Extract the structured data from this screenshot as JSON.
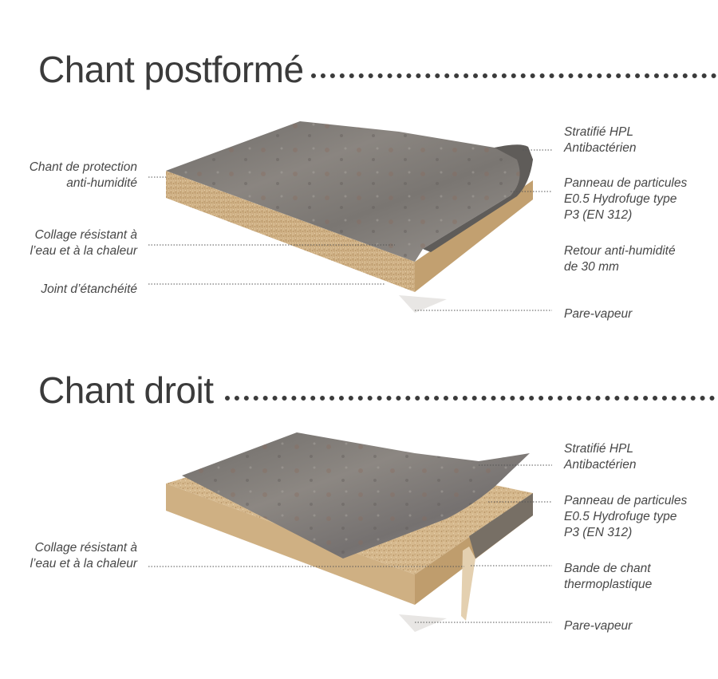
{
  "sections": [
    {
      "title": "Chant postformé",
      "left_labels": [
        {
          "lines": [
            "Chant de protection",
            "anti-humidité"
          ]
        },
        {
          "lines": [
            "Collage résistant à",
            "l’eau et à la chaleur"
          ]
        },
        {
          "lines": [
            "Joint d’étanchéité"
          ]
        }
      ],
      "right_labels": [
        {
          "lines": [
            "Stratifié HPL",
            "Antibactérien"
          ]
        },
        {
          "lines": [
            "Panneau de particules",
            "E0.5 Hydrofuge type",
            "P3 (EN 312)"
          ]
        },
        {
          "lines": [
            "Retour anti-humidité",
            "de 30 mm"
          ]
        },
        {
          "lines": [
            "Pare-vapeur"
          ]
        }
      ]
    },
    {
      "title": "Chant droit",
      "left_labels": [
        {
          "lines": [
            "Collage résistant à",
            "l’eau et à la chaleur"
          ]
        }
      ],
      "right_labels": [
        {
          "lines": [
            "Stratifié HPL",
            "Antibactérien"
          ]
        },
        {
          "lines": [
            "Panneau de particules",
            "E0.5 Hydrofuge type",
            "P3 (EN 312)"
          ]
        },
        {
          "lines": [
            "Bande de chant",
            "thermoplastique"
          ]
        },
        {
          "lines": [
            "Pare-vapeur"
          ]
        }
      ]
    }
  ],
  "colors": {
    "title": "#3b3b3b",
    "label": "#474747",
    "laminate": "#7d7a76",
    "particle_board": "#d9bf96",
    "board_edge": "#c9a97c"
  }
}
